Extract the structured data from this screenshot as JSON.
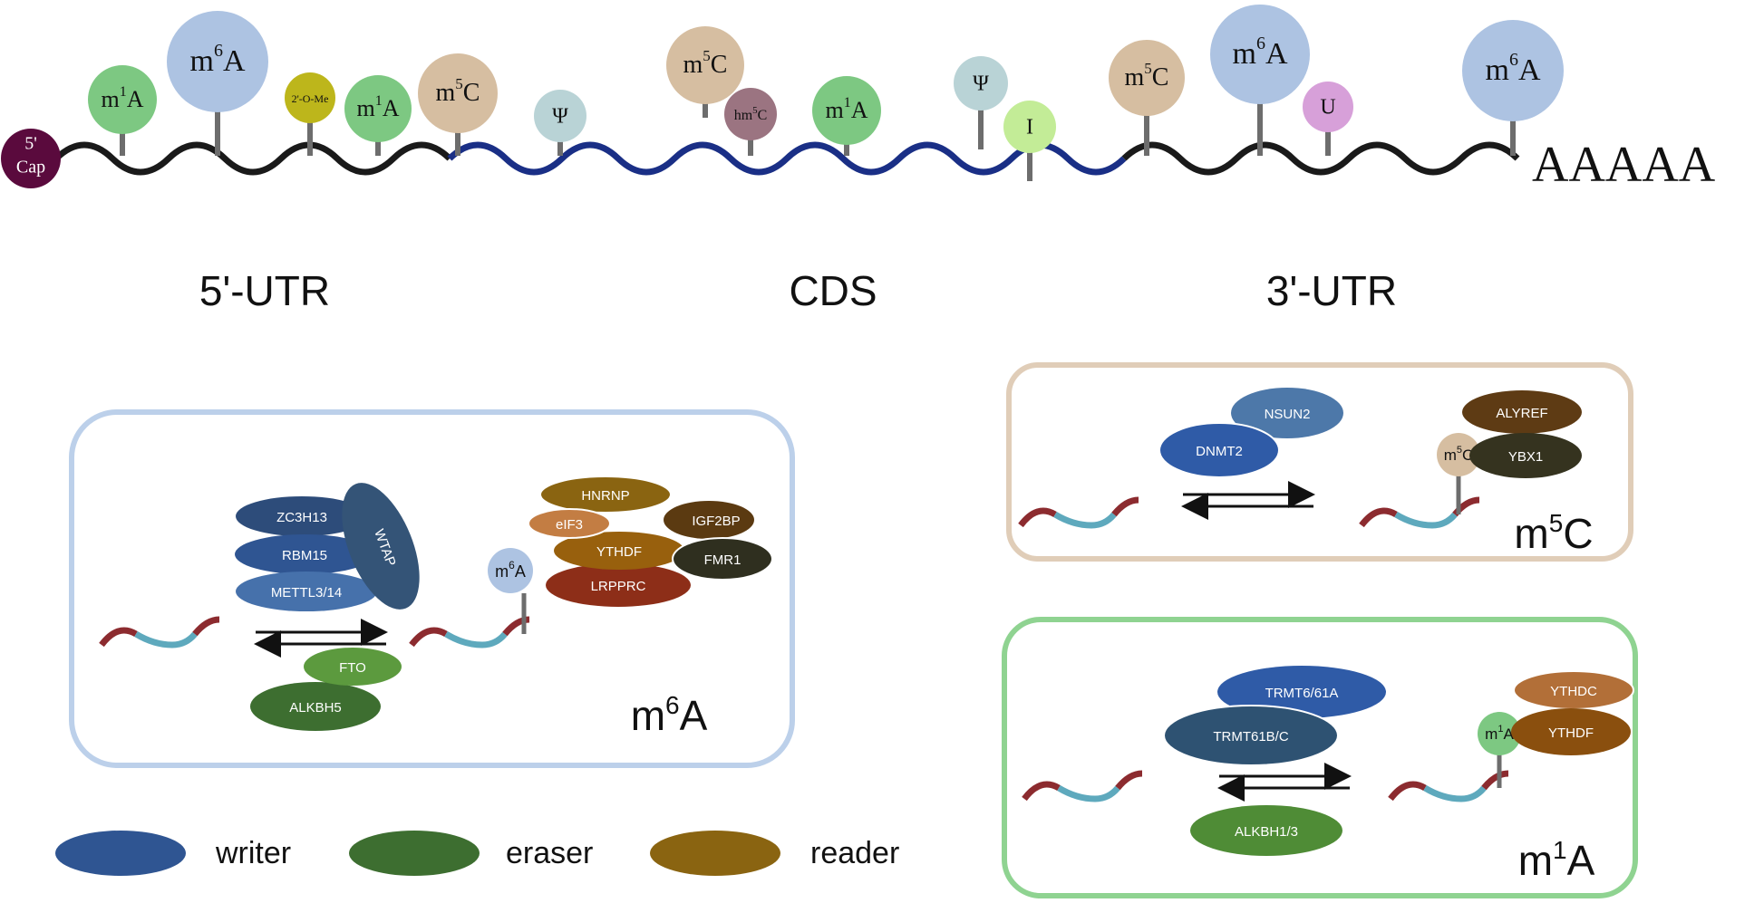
{
  "mrna": {
    "cap_top": "5'",
    "cap_bottom": "Cap",
    "poly_a": "AAAAA",
    "regions": [
      "5'-UTR",
      "CDS",
      "3'-UTR"
    ],
    "modifications": [
      {
        "base": "m",
        "sup": "1",
        "tail": "A",
        "color": "#7dc882"
      },
      {
        "base": "m",
        "sup": "6",
        "tail": "A",
        "color": "#adc3e2"
      },
      {
        "base": "2'-O-Me",
        "sup": "",
        "tail": "",
        "color": "#bdb61b"
      },
      {
        "base": "m",
        "sup": "1",
        "tail": "A",
        "color": "#7dc882"
      },
      {
        "base": "m",
        "sup": "5",
        "tail": "C",
        "color": "#d6bea1"
      },
      {
        "base": "Ψ",
        "sup": "",
        "tail": "",
        "color": "#b9d3d6"
      },
      {
        "base": "m",
        "sup": "5",
        "tail": "C",
        "color": "#d6bea1"
      },
      {
        "base": "hm",
        "sup": "5",
        "tail": "C",
        "color": "#9b7481"
      },
      {
        "base": "m",
        "sup": "1",
        "tail": "A",
        "color": "#7dc882"
      },
      {
        "base": "Ψ",
        "sup": "",
        "tail": "",
        "color": "#b9d3d6"
      },
      {
        "base": "I",
        "sup": "",
        "tail": "",
        "color": "#c3ec97"
      },
      {
        "base": "m",
        "sup": "5",
        "tail": "C",
        "color": "#d6bea1"
      },
      {
        "base": "m",
        "sup": "6",
        "tail": "A",
        "color": "#adc3e2"
      },
      {
        "base": "U",
        "sup": "",
        "tail": "",
        "color": "#d7a0d9"
      },
      {
        "base": "m",
        "sup": "6",
        "tail": "A",
        "color": "#adc3e2"
      }
    ]
  },
  "m6a_panel": {
    "title_base": "m",
    "title_sup": "6",
    "title_tail": "A",
    "mark_base": "m",
    "mark_sup": "6",
    "mark_tail": "A",
    "writers": [
      "ZC3H13",
      "RBM15",
      "METTL3/14",
      "WTAP"
    ],
    "erasers": [
      "FTO",
      "ALKBH5"
    ],
    "readers": [
      "HNRNP",
      "eIF3",
      "IGF2BP",
      "YTHDF",
      "FMR1",
      "LRPPRC"
    ]
  },
  "m5c_panel": {
    "title_base": "m",
    "title_sup": "5",
    "title_tail": "C",
    "mark_base": "m",
    "mark_sup": "5",
    "mark_tail": "C",
    "writers": [
      "NSUN2",
      "DNMT2"
    ],
    "readers": [
      "ALYREF",
      "YBX1"
    ]
  },
  "m1a_panel": {
    "title_base": "m",
    "title_sup": "1",
    "title_tail": "A",
    "mark_base": "m",
    "mark_sup": "1",
    "mark_tail": "A",
    "writers": [
      "TRMT6/61A",
      "TRMT61B/C"
    ],
    "erasers": [
      "ALKBH1/3"
    ],
    "readers": [
      "YTHDC",
      "YTHDF"
    ]
  },
  "legend": {
    "writer": "writer",
    "eraser": "eraser",
    "reader": "reader"
  },
  "colors": {
    "writer": "#2f5592",
    "eraser": "#3d6e30",
    "reader": "#8a6411",
    "strand_utr": "#1a1a1a",
    "strand_cds": "#1a2f86",
    "cap": "#5a0a3d",
    "box_m6a": "#bcd0ea",
    "box_m5c": "#e0cdb8",
    "box_m1a": "#8fd391"
  }
}
